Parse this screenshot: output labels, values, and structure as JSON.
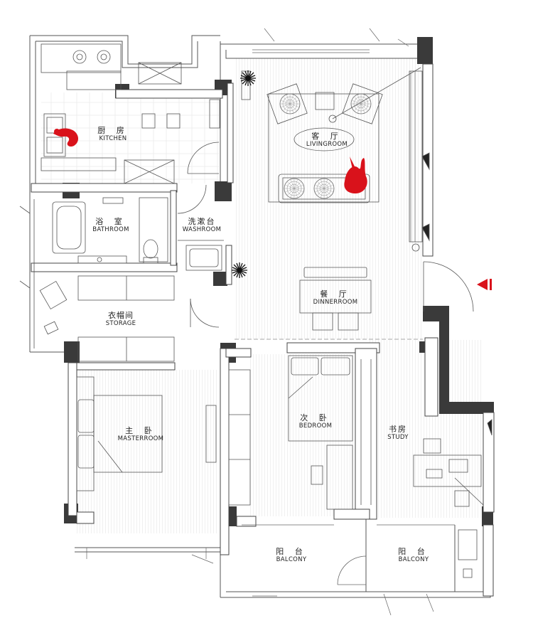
{
  "plan": {
    "rooms": [
      {
        "id": "kitchen",
        "zh": "厨 房",
        "en": "KITCHEN"
      },
      {
        "id": "livingroom",
        "zh": "客 厅",
        "en": "LIVINGROOM"
      },
      {
        "id": "bathroom",
        "zh": "浴 室",
        "en": "BATHROOM"
      },
      {
        "id": "washroom",
        "zh": "洗漱台",
        "en": "WASHROOM"
      },
      {
        "id": "dinnerroom",
        "zh": "餐 厅",
        "en": "DINNERROOM"
      },
      {
        "id": "storage",
        "zh": "衣帽间",
        "en": "STORAGE"
      },
      {
        "id": "masterroom",
        "zh": "主 卧",
        "en": "MASTERROOM"
      },
      {
        "id": "bedroom",
        "zh": "次 卧",
        "en": "BEDROOM"
      },
      {
        "id": "study",
        "zh": "书房",
        "en": "STUDY"
      },
      {
        "id": "balcony-1",
        "zh": "阳 台",
        "en": "BALCONY"
      },
      {
        "id": "balcony-2",
        "zh": "阳 台",
        "en": "BALCONY"
      }
    ],
    "colors": {
      "wall": "#3a3a3a",
      "line": "#555555",
      "accent": "#d9121b"
    },
    "icons": [
      "entrance-arrow-icon",
      "plant-icon",
      "figure-icon"
    ]
  }
}
